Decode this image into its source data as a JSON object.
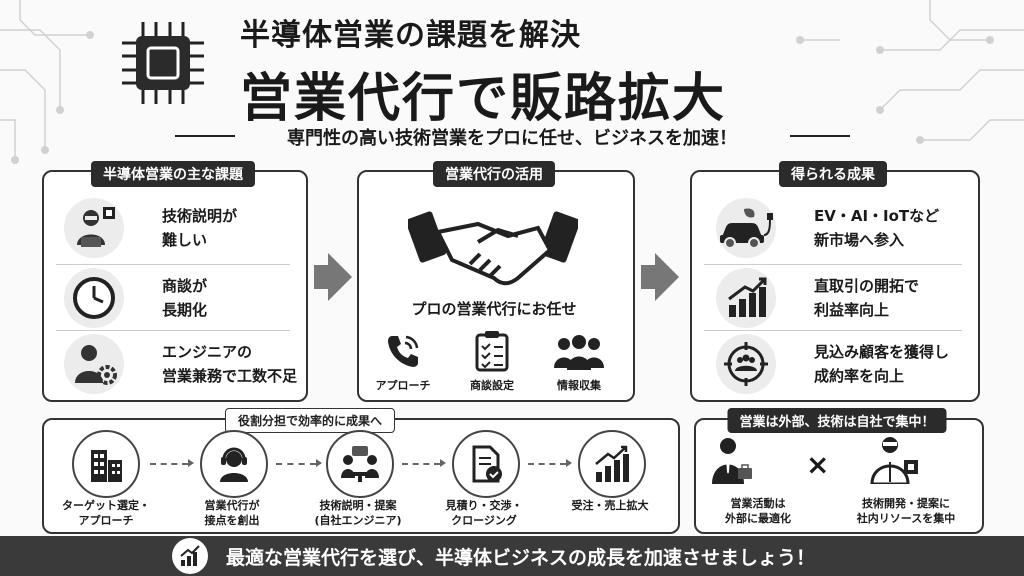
{
  "header": {
    "title_line1": "半導体営業の課題を解決",
    "title_line2": "営業代行で販路拡大",
    "subtitle": "専門性の高い技術営業をプロに任せ、ビジネスを加速！"
  },
  "challenges": {
    "heading": "半導体営業の主な課題",
    "items": [
      {
        "icon": "engineer-laptop-icon",
        "text": "技術説明が\n難しい"
      },
      {
        "icon": "clock-icon",
        "text": "商談が\n長期化"
      },
      {
        "icon": "engineer-gear-icon",
        "text": "エンジニアの\n営業兼務で工数不足"
      }
    ]
  },
  "outsourcing": {
    "heading": "営業代行の活用",
    "caption": "プロの営業代行にお任せ",
    "services": [
      {
        "icon": "phone-icon",
        "label": "アプローチ"
      },
      {
        "icon": "clipboard-icon",
        "label": "商談設定"
      },
      {
        "icon": "people-icon",
        "label": "情報収集"
      }
    ]
  },
  "results": {
    "heading": "得られる成果",
    "items": [
      {
        "icon": "electric-car-icon",
        "text": "EV・AI・IoTなど\n新市場へ参入"
      },
      {
        "icon": "growth-chart-icon",
        "text": "直取引の開拓で\n利益率向上"
      },
      {
        "icon": "target-people-icon",
        "text": "見込み顧客を獲得し\n成約率を向上"
      }
    ]
  },
  "flow": {
    "heading": "役割分担で効率的に成果へ",
    "steps": [
      {
        "icon": "building-icon",
        "label": "ターゲット選定・\nアプローチ"
      },
      {
        "icon": "headset-agent-icon",
        "label": "営業代行が\n接点を創出"
      },
      {
        "icon": "meeting-icon",
        "label": "技術説明・提案\n(自社エンジニア)"
      },
      {
        "icon": "document-check-icon",
        "label": "見積り・交渉・\nクロージング"
      },
      {
        "icon": "rising-bars-icon",
        "label": "受注・売上拡大"
      }
    ]
  },
  "focus": {
    "heading": "営業は外部、技術は自社で集中！",
    "left_label": "営業活動は\n外部に最適化",
    "right_label": "技術開発・提案に\n社内リソースを集中",
    "times_symbol": "×"
  },
  "footer": {
    "text": "最適な営業代行を選び、半導体ビジネスの成長を加速させましょう！"
  },
  "colors": {
    "dark": "#2b2b2b",
    "footer_bg": "#3a3a3a",
    "arrow": "#777777",
    "panel_border": "#333333"
  }
}
